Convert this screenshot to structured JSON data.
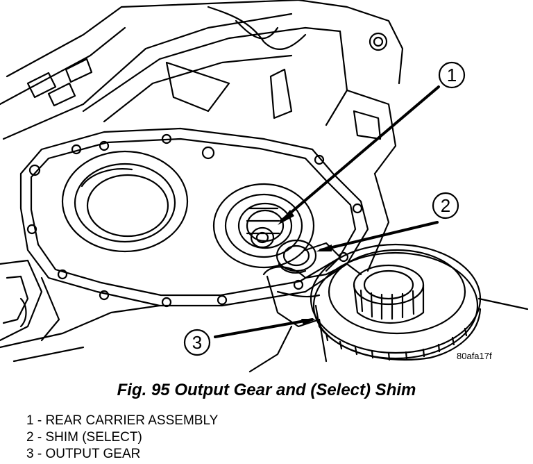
{
  "figure_id": "80afa17f",
  "caption": "Fig. 95 Output Gear and (Select) Shim",
  "callouts": [
    {
      "number": "1",
      "label": "1 - REAR CARRIER ASSEMBLY"
    },
    {
      "number": "2",
      "label": "2 - SHIM (SELECT)"
    },
    {
      "number": "3",
      "label": "3 - OUTPUT GEAR"
    }
  ]
}
